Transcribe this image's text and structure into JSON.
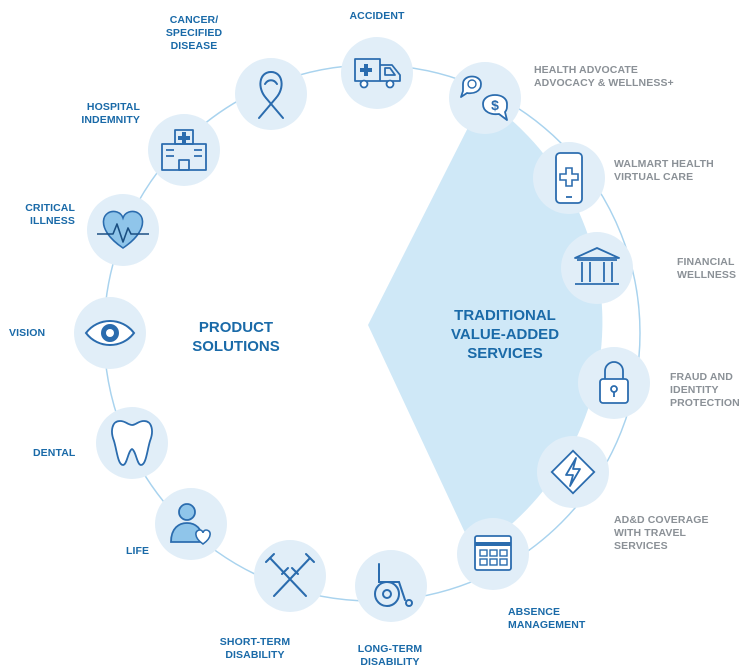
{
  "product_solutions": {
    "title_line1": "PRODUCT",
    "title_line2": "SOLUTIONS",
    "items": [
      {
        "line1": "ACCIDENT",
        "line2": "",
        "line3": "",
        "icon": "ambulance-icon"
      },
      {
        "line1": "CANCER/",
        "line2": "SPECIFIED",
        "line3": "DISEASE",
        "icon": "ribbon-icon"
      },
      {
        "line1": "HOSPITAL",
        "line2": "INDEMNITY",
        "line3": "",
        "icon": "hospital-icon"
      },
      {
        "line1": "CRITICAL",
        "line2": "ILLNESS",
        "line3": "",
        "icon": "heartbeat-icon"
      },
      {
        "line1": "VISION",
        "line2": "",
        "line3": "",
        "icon": "eye-icon"
      },
      {
        "line1": "DENTAL",
        "line2": "",
        "line3": "",
        "icon": "tooth-icon"
      },
      {
        "line1": "LIFE",
        "line2": "",
        "line3": "",
        "icon": "person-heart-icon"
      },
      {
        "line1": "SHORT-TERM",
        "line2": "DISABILITY",
        "line3": "",
        "icon": "crutches-icon"
      },
      {
        "line1": "LONG-TERM",
        "line2": "DISABILITY",
        "line3": "",
        "icon": "wheelchair-icon"
      }
    ]
  },
  "value_added_services": {
    "title_line1": "TRADITIONAL",
    "title_line2": "VALUE-ADDED",
    "title_line3": "SERVICES",
    "items": [
      {
        "line1": "HEALTH ADVOCATE",
        "line2": "ADVOCACY & WELLNESS+",
        "line3": "",
        "icon": "chat-apple-dollar-icon"
      },
      {
        "line1": "WALMART HEALTH",
        "line2": "VIRTUAL CARE",
        "line3": "",
        "icon": "phone-medical-icon"
      },
      {
        "line1": "FINANCIAL",
        "line2": "WELLNESS",
        "line3": "",
        "icon": "bank-icon"
      },
      {
        "line1": "FRAUD AND",
        "line2": "IDENTITY",
        "line3": "PROTECTION",
        "icon": "padlock-icon"
      },
      {
        "line1": "AD&D COVERAGE",
        "line2": "WITH TRAVEL",
        "line3": "SERVICES",
        "icon": "lightning-sign-icon"
      },
      {
        "line1": "ABSENCE",
        "line2": "MANAGEMENT",
        "line3": "",
        "icon": "calendar-icon"
      }
    ]
  },
  "colors": {
    "primary_blue": "#1a6aa8",
    "icon_blue": "#2b6cae",
    "circle_fill": "#e1eef8",
    "region_fill": "#cfe8f7",
    "ring_stroke": "#a9d3ee",
    "gray_text": "#8b9197"
  }
}
